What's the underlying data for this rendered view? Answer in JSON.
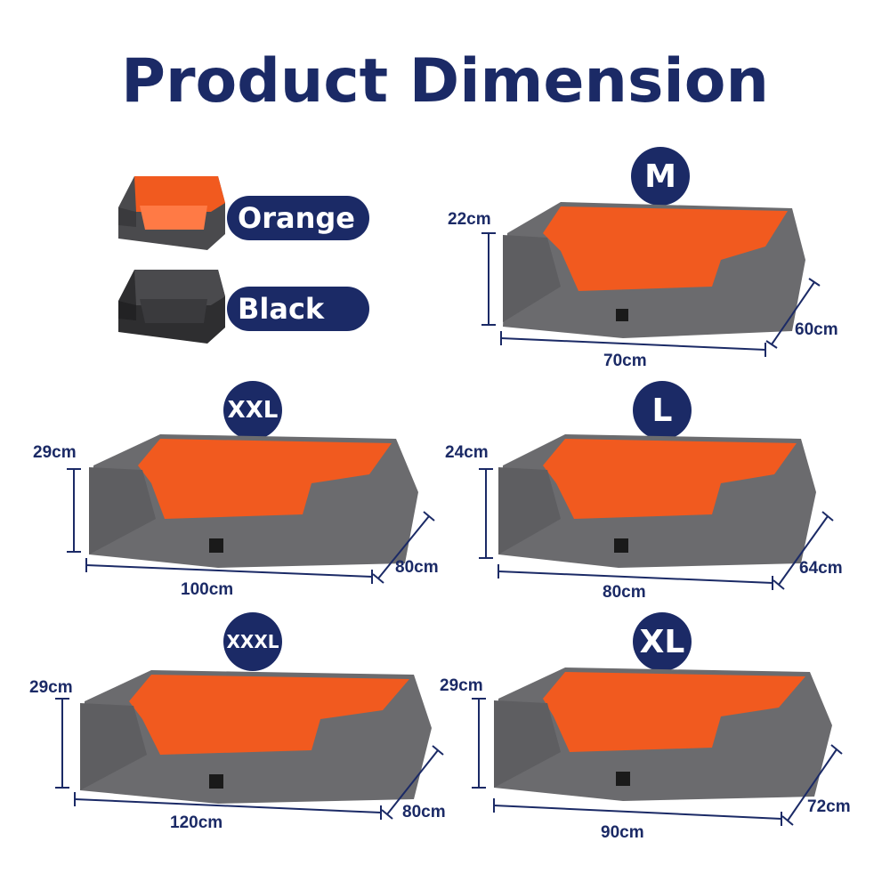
{
  "title": "Product Dimension",
  "colors": {
    "navy": "#1b2a66",
    "bed_gray": "#6b6b6e",
    "bed_orange": "#f15a1f",
    "white": "#ffffff"
  },
  "color_options": [
    {
      "label": "Orange",
      "icon": "orange-bed-swatch"
    },
    {
      "label": "Black",
      "icon": "black-bed-swatch"
    }
  ],
  "sizes": {
    "m": {
      "label": "M",
      "height": "22cm",
      "width": "70cm",
      "depth": "60cm"
    },
    "xxl": {
      "label": "XXL",
      "height": "29cm",
      "width": "100cm",
      "depth": "80cm"
    },
    "l": {
      "label": "L",
      "height": "24cm",
      "width": "80cm",
      "depth": "64cm"
    },
    "xxxl": {
      "label": "XXXL",
      "height": "29cm",
      "width": "120cm",
      "depth": "80cm"
    },
    "xl": {
      "label": "XL",
      "height": "29cm",
      "width": "90cm",
      "depth": "72cm"
    }
  }
}
